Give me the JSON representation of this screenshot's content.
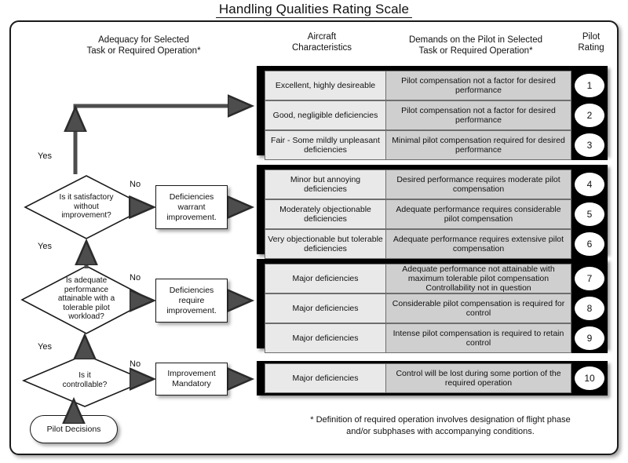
{
  "title": "Handling Qualities Rating Scale",
  "headers": {
    "adequacy": "Adequacy for Selected\nTask or Required  Operation*",
    "adequacy_line1": "Adequacy for Selected",
    "adequacy_line2": "Task or Required  Operation*",
    "aircraft_line1": "Aircraft",
    "aircraft_line2": "Characteristics",
    "demands_line1": "Demands on the Pilot in Selected",
    "demands_line2": "Task or Required Operation*",
    "rating_line1": "Pilot",
    "rating_line2": "Rating"
  },
  "blocks": [
    {
      "id": "block-a",
      "rows": [
        {
          "aircraft": "Excellent, highly desireable",
          "demands": "Pilot compensation not a factor for desired performance",
          "rating": "1"
        },
        {
          "aircraft": "Good, negligible deficiencies",
          "demands": "Pilot compensation not a factor for desired performance",
          "rating": "2"
        },
        {
          "aircraft": "Fair - Some mildly unpleasant deficiencies",
          "demands": "Minimal pilot compensation required for desired performance",
          "rating": "3"
        }
      ]
    },
    {
      "id": "block-b",
      "rows": [
        {
          "aircraft": "Minor but annoying deficiencies",
          "demands": "Desired performance requires moderate pilot compensation",
          "rating": "4"
        },
        {
          "aircraft": "Moderately objectionable deficiencies",
          "demands": "Adequate performance requires considerable pilot compensation",
          "rating": "5"
        },
        {
          "aircraft": "Very objectionable but tolerable deficiencies",
          "demands": "Adequate performance requires extensive pilot compensation",
          "rating": "6"
        }
      ]
    },
    {
      "id": "block-c",
      "rows": [
        {
          "aircraft": "Major deficiencies",
          "demands": "Adequate performance not attainable with maximum tolerable pilot compensation Controllability not in question",
          "rating": "7"
        },
        {
          "aircraft": "Major deficiencies",
          "demands": "Considerable pilot compensation is required for control",
          "rating": "8"
        },
        {
          "aircraft": "Major deficiencies",
          "demands": "Intense pilot compensation is required to retain control",
          "rating": "9"
        }
      ]
    },
    {
      "id": "block-d",
      "rows": [
        {
          "aircraft": "Major deficiencies",
          "demands": "Control will be lost during some portion of the required operation",
          "rating": "10"
        }
      ]
    }
  ],
  "decisions": [
    {
      "key": "satisfactory",
      "line1": "Is it satisfactory",
      "line2": "without",
      "line3": "improvement?",
      "yes_label": "Yes",
      "no_label": "No"
    },
    {
      "key": "adequate-performance",
      "line1": "Is adequate",
      "line2": "performance",
      "line3": "attainable with a",
      "line4": "tolerable pilot",
      "line5": "workload?",
      "yes_label": "Yes",
      "no_label": "No"
    },
    {
      "key": "controllable",
      "line1": "Is it",
      "line2": "controllable?",
      "yes_label": "Yes",
      "no_label": "No"
    }
  ],
  "processes": [
    {
      "key": "warrant",
      "line1": "Deficiencies",
      "line2": "warrant",
      "line3": "improvement."
    },
    {
      "key": "require",
      "line1": "Deficiencies",
      "line2": "require",
      "line3": "improvement."
    },
    {
      "key": "mandatory",
      "line1": "Improvement",
      "line2": "Mandatory",
      "line3": ""
    }
  ],
  "start": {
    "label": "Pilot Decisions"
  },
  "footnote_line1": "* Definition of required operation involves designation of flight phase",
  "footnote_line2": "and/or subphases with accompanying conditions.",
  "colors": {
    "aircraft_cell": "#e9e9e9",
    "demands_cell": "#cfcfcf",
    "block_bar": "#000000",
    "frame_border": "#1a1a1a",
    "arrow": "#4d4d4d"
  }
}
